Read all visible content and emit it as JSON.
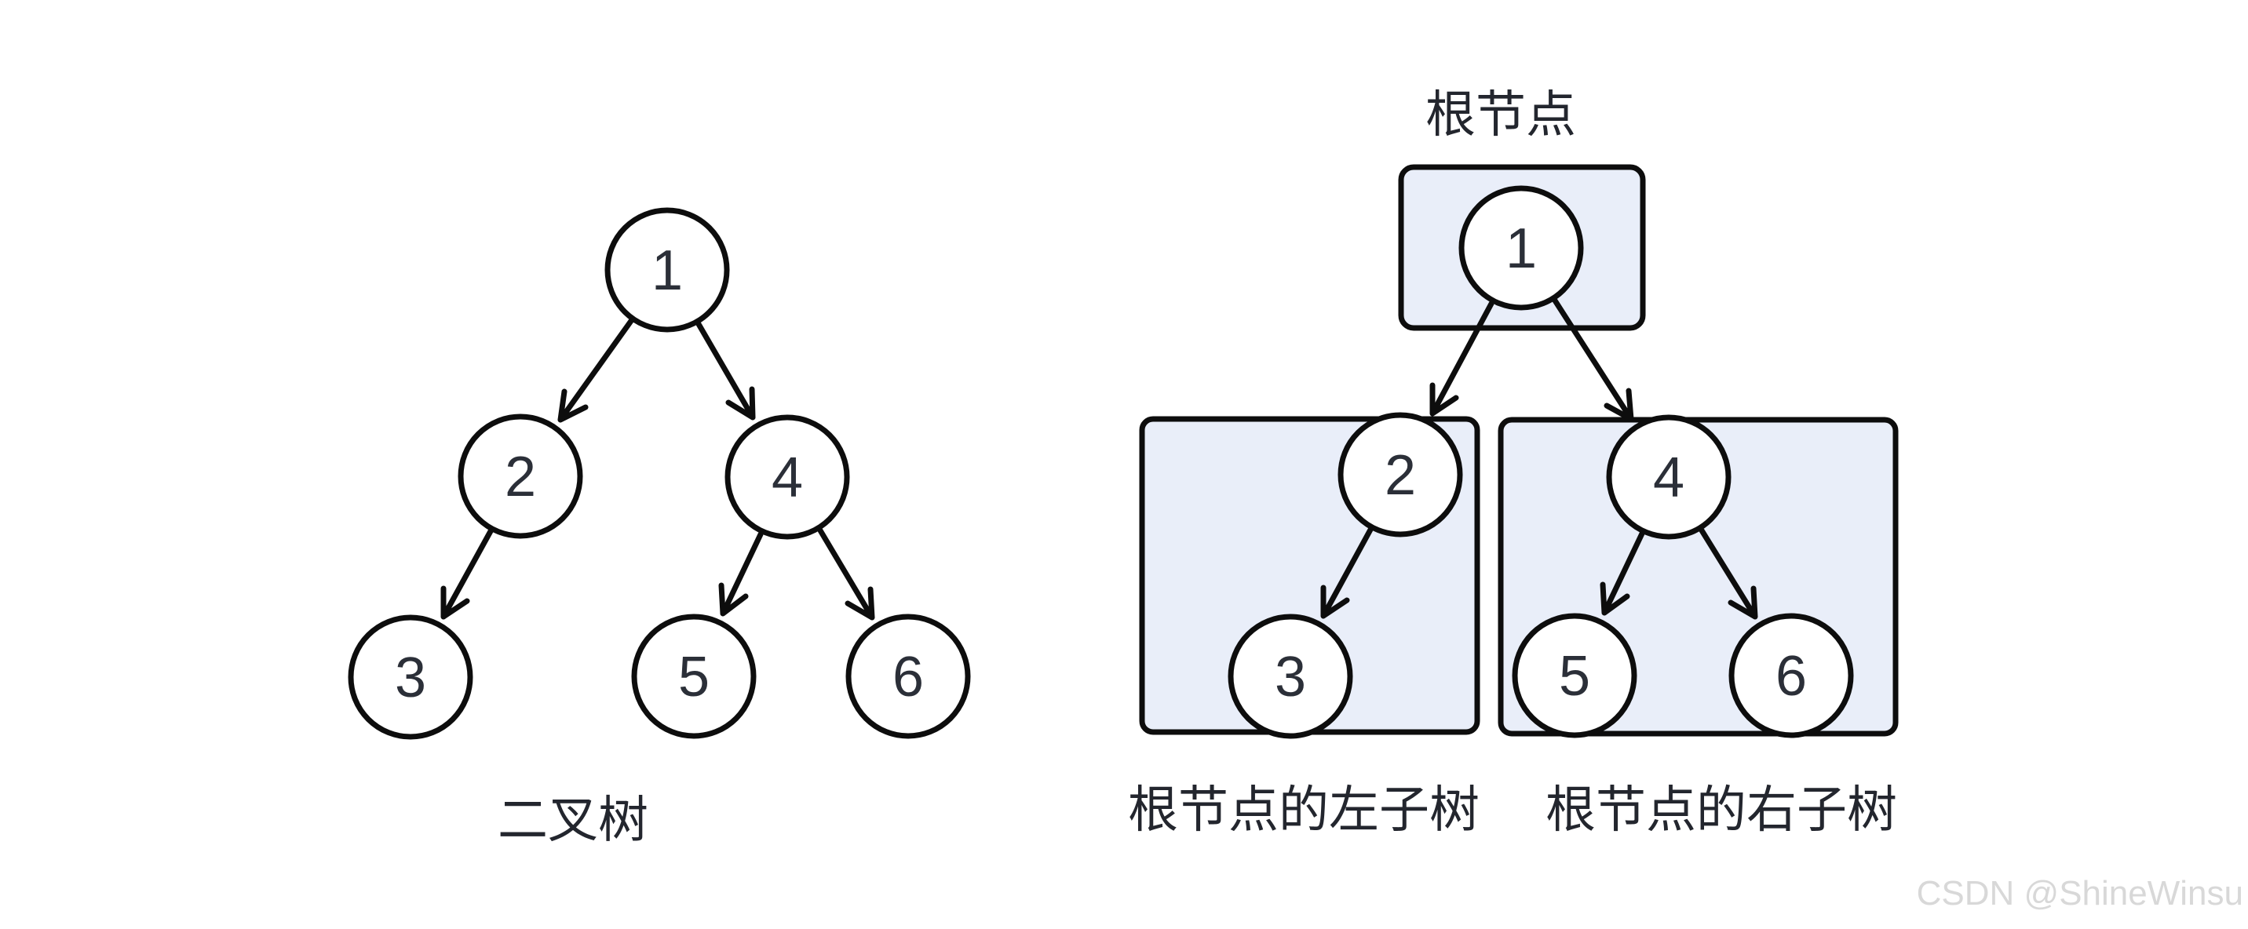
{
  "figures": {
    "binary_tree": {
      "caption": "二叉树",
      "nodes": {
        "n1": "1",
        "n2": "2",
        "n3": "3",
        "n4": "4",
        "n5": "5",
        "n6": "6"
      },
      "edges": [
        {
          "from": "1",
          "to": "2"
        },
        {
          "from": "1",
          "to": "4"
        },
        {
          "from": "2",
          "to": "3"
        },
        {
          "from": "4",
          "to": "5"
        },
        {
          "from": "4",
          "to": "6"
        }
      ]
    },
    "decomposition": {
      "root_label": "根节点",
      "root_node": "1",
      "left_subtree": {
        "caption": "根节点的左子树",
        "nodes": {
          "n2": "2",
          "n3": "3"
        },
        "edges": [
          {
            "from": "2",
            "to": "3"
          }
        ]
      },
      "right_subtree": {
        "caption": "根节点的右子树",
        "nodes": {
          "n4": "4",
          "n5": "5",
          "n6": "6"
        },
        "edges": [
          {
            "from": "4",
            "to": "5"
          },
          {
            "from": "4",
            "to": "6"
          }
        ]
      },
      "edges_from_root": [
        {
          "from": "1",
          "to": "2"
        },
        {
          "from": "1",
          "to": "4"
        }
      ]
    }
  },
  "watermark": "CSDN @ShineWinsu",
  "colors": {
    "stroke": "#0d0d0d",
    "box_fill": "#e9eef9",
    "node_text": "#2b2f38",
    "caption": "#23262e",
    "watermark": "#d8d8d8"
  }
}
